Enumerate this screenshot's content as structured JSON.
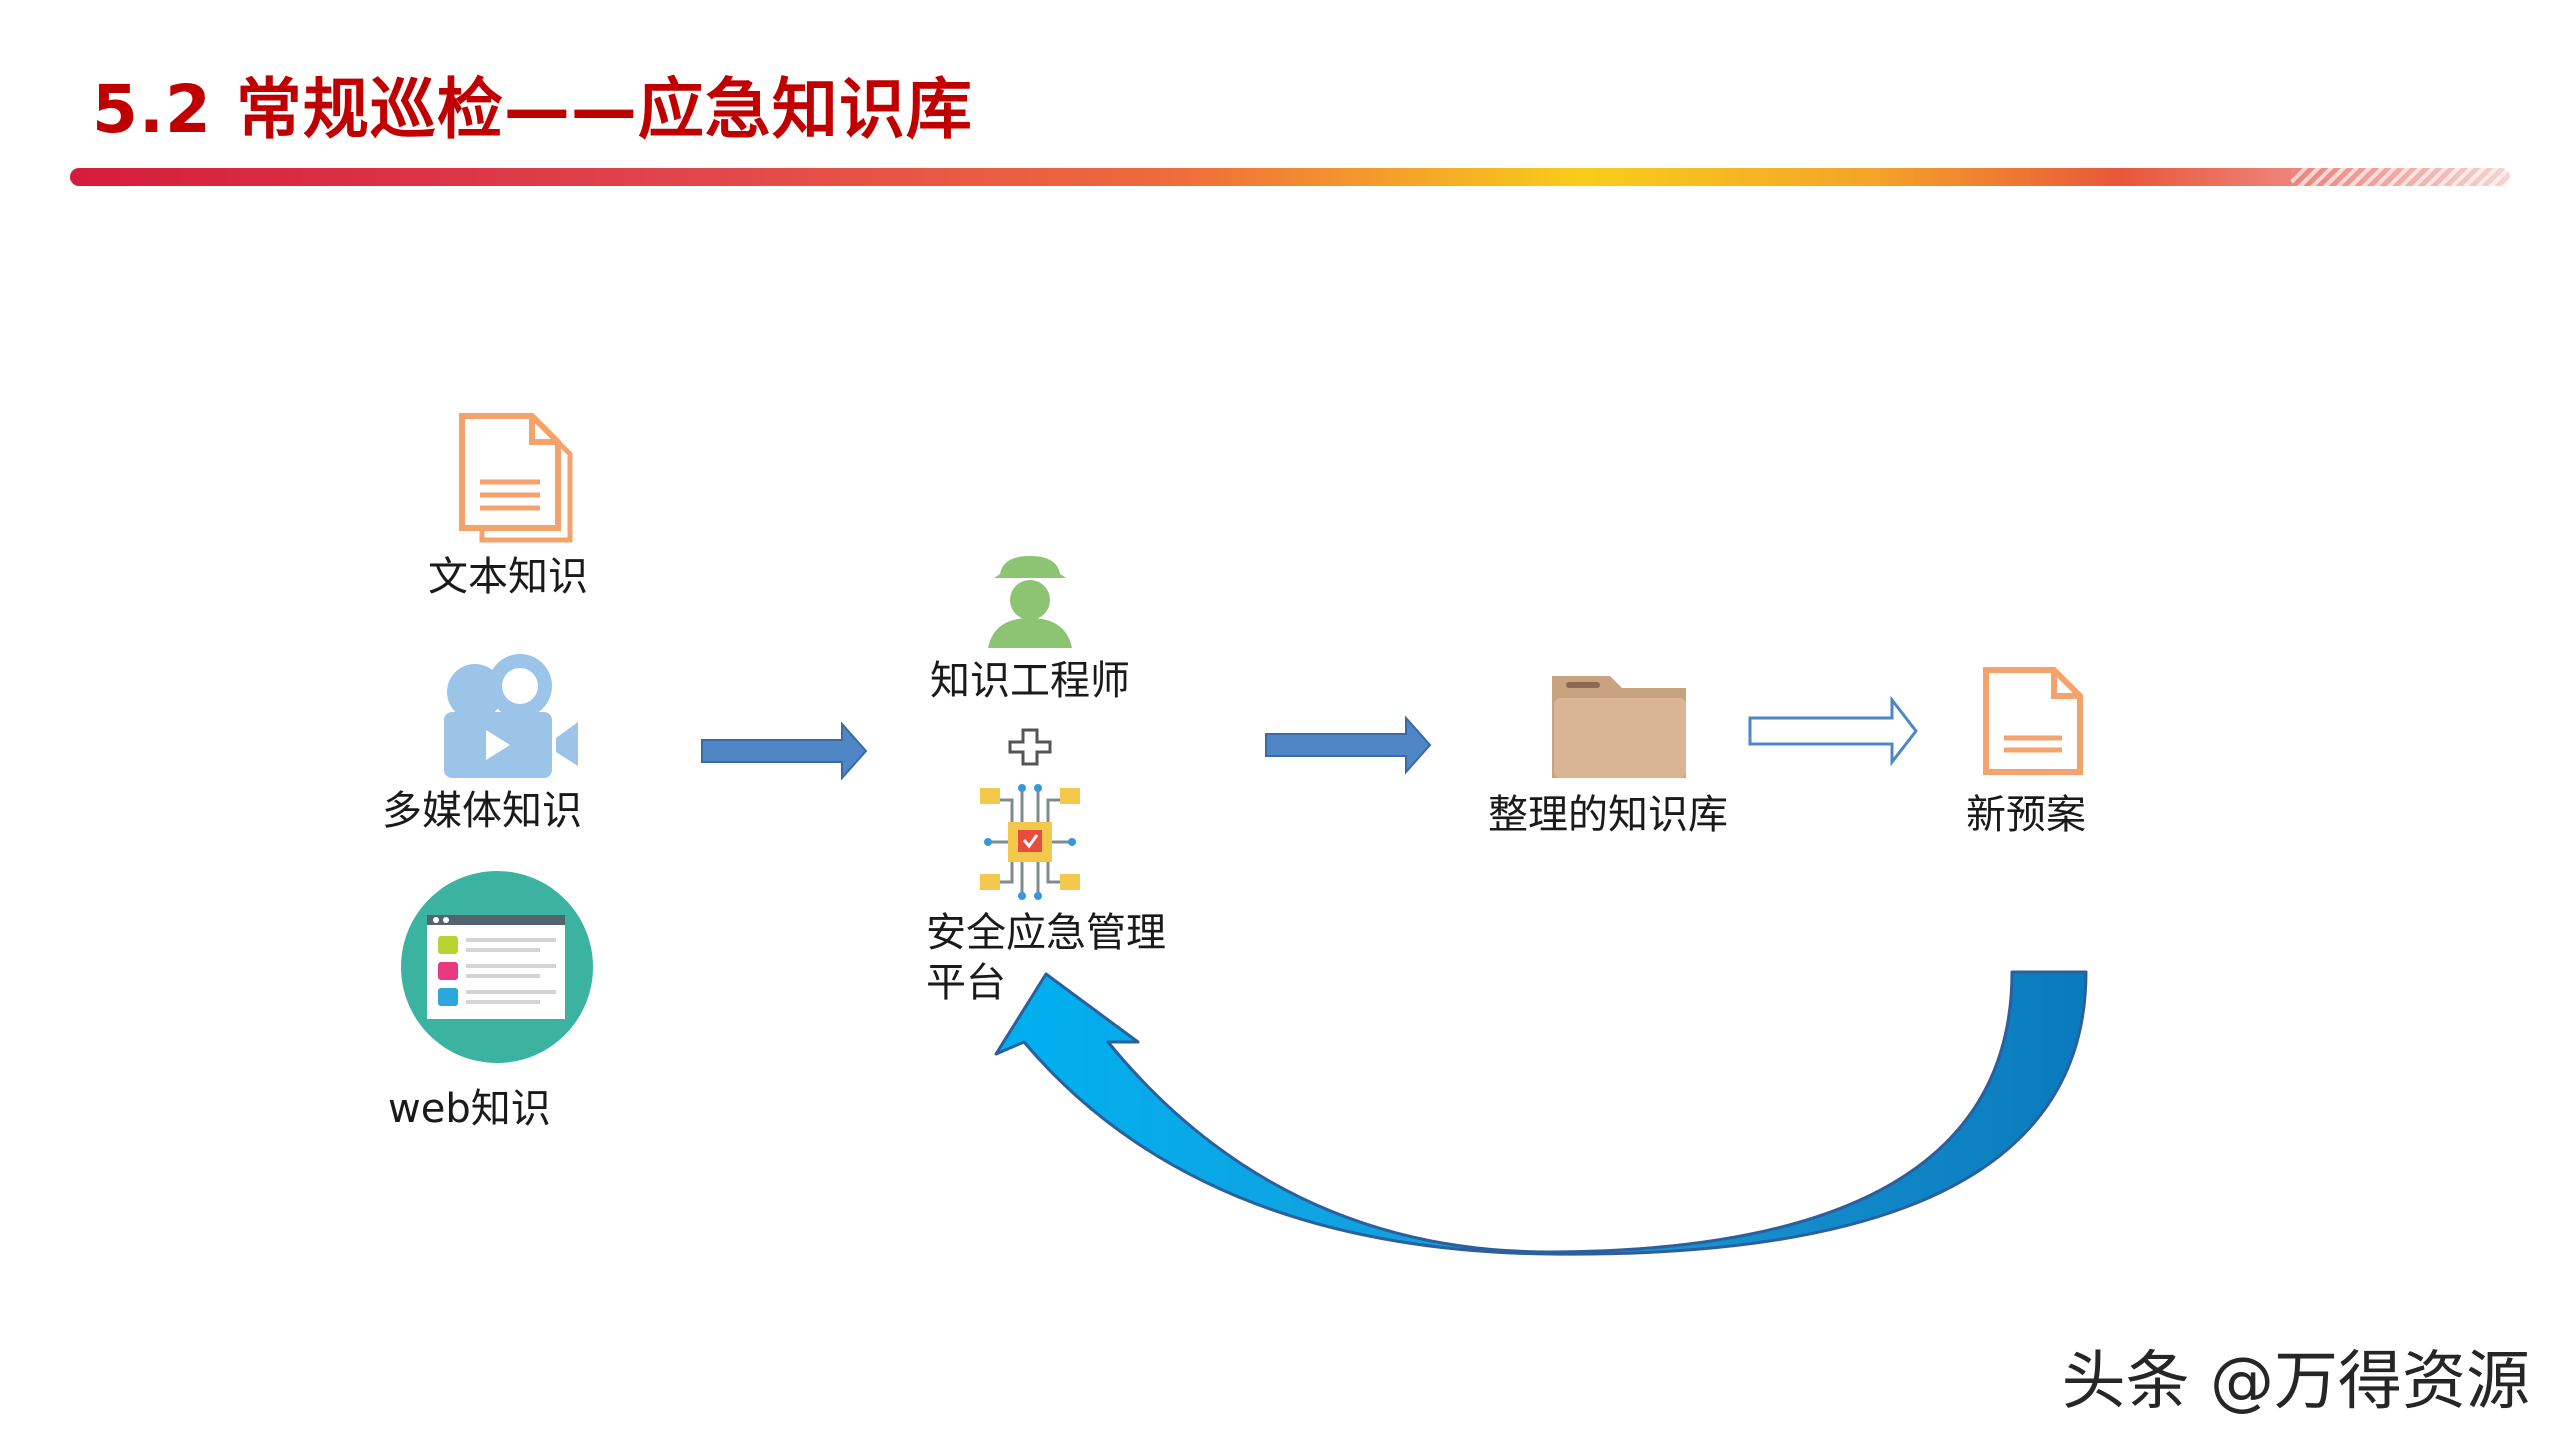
{
  "header": {
    "title": "5.2 常规巡检——应急知识库"
  },
  "sources": {
    "text": "文本知识",
    "multimedia": "多媒体知识",
    "web": "web知识"
  },
  "center": {
    "engineer": "知识工程师",
    "platform_line1": "安全应急管理",
    "platform_line2": "平台"
  },
  "outputs": {
    "knowledge_base": "整理的知识库",
    "new_plan": "新预案"
  },
  "watermark": "头条 @万得资源",
  "colors": {
    "title": "#c00000",
    "arrow_fill": "#4f86c6",
    "cycle_arrow": "#00a6e8",
    "doc_icon": "#f5a36c",
    "camera_icon": "#9cc3e8",
    "web_circle": "#3bb3a0",
    "engineer_icon": "#8cc474",
    "folder_icon": "#d9b596"
  },
  "icons": [
    "document-icon",
    "video-camera-icon",
    "web-browser-icon",
    "engineer-icon",
    "plus-icon",
    "circuit-platform-icon",
    "folder-icon",
    "new-document-icon"
  ]
}
